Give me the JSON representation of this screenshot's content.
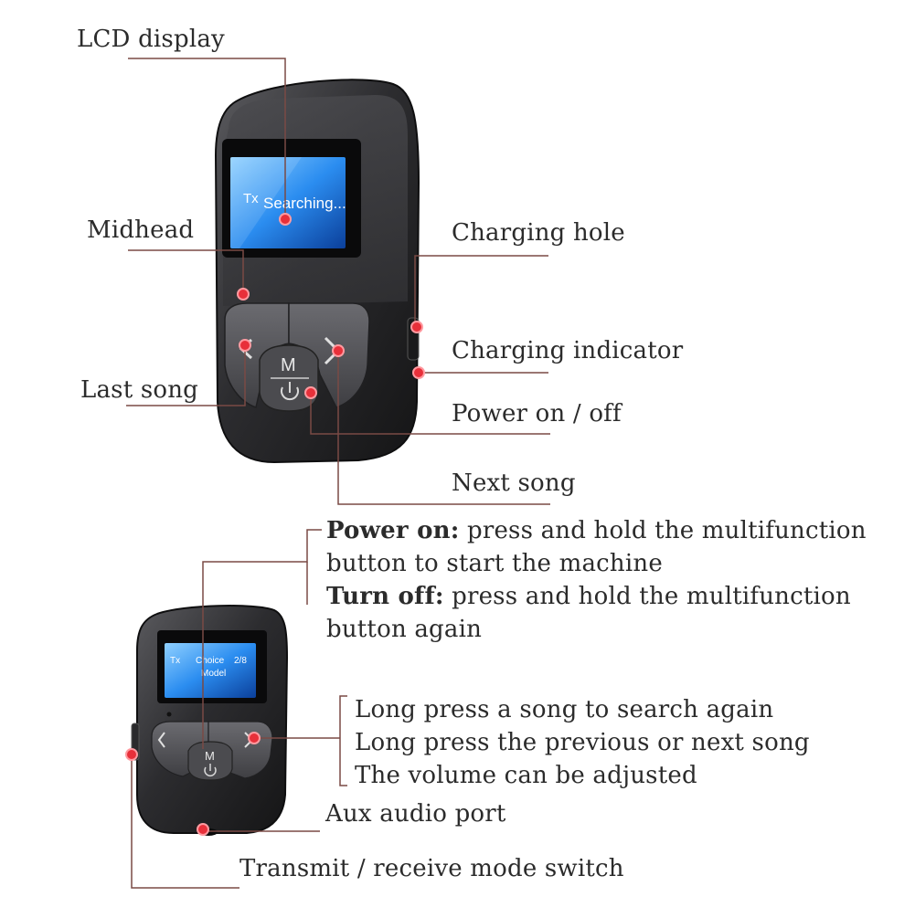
{
  "labels": {
    "lcd_display": "LCD display",
    "midhead": "Midhead",
    "last_song": "Last song",
    "charging_hole": "Charging hole",
    "charging_indicator": "Charging indicator",
    "power_on_off": "Power on / off",
    "next_song": "Next song",
    "aux_audio_port": "Aux audio port",
    "mode_switch": "Transmit / receive mode switch"
  },
  "power_note": {
    "power_on_title": "Power on:",
    "power_on_line1": " press and hold the multifunction",
    "power_on_line2": "button to start the machine",
    "turn_off_title": "Turn off:",
    "turn_off_line1": " press and hold the multifunction",
    "turn_off_line2": "button again"
  },
  "long_press_note": [
    "Long press a song to search again",
    "Long press the previous or next song",
    "The volume can be adjusted"
  ],
  "device_top": {
    "screen_tx": "Tx",
    "screen_status": "Searching...",
    "key_m": "M"
  },
  "device_bottom": {
    "screen_tx": "Tx",
    "screen_choice": "Choice",
    "screen_count": "2/8",
    "screen_model": "Model",
    "key_m": "M"
  },
  "colors": {
    "leader_line": "#7a4a45",
    "marker": "#e8303a",
    "body": "#2a2a2c",
    "screen": "#1e7bd8"
  }
}
